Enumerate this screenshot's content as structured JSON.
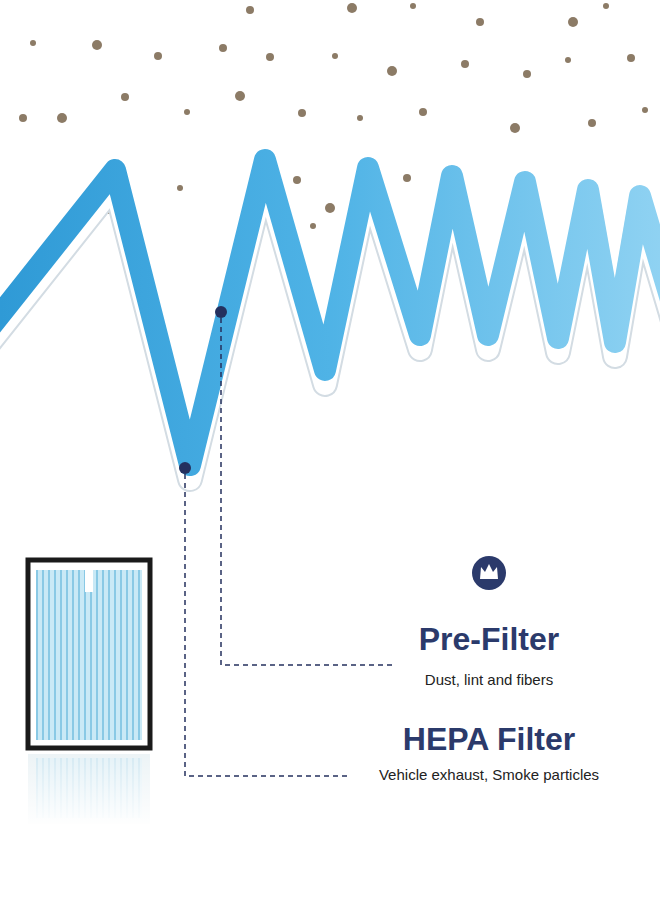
{
  "diagram": {
    "labels": [
      "Pre-Filter",
      "Dust, lint and fibers",
      "HEPA Filter",
      "Vehicle exhaust, Smoke particles"
    ]
  }
}
